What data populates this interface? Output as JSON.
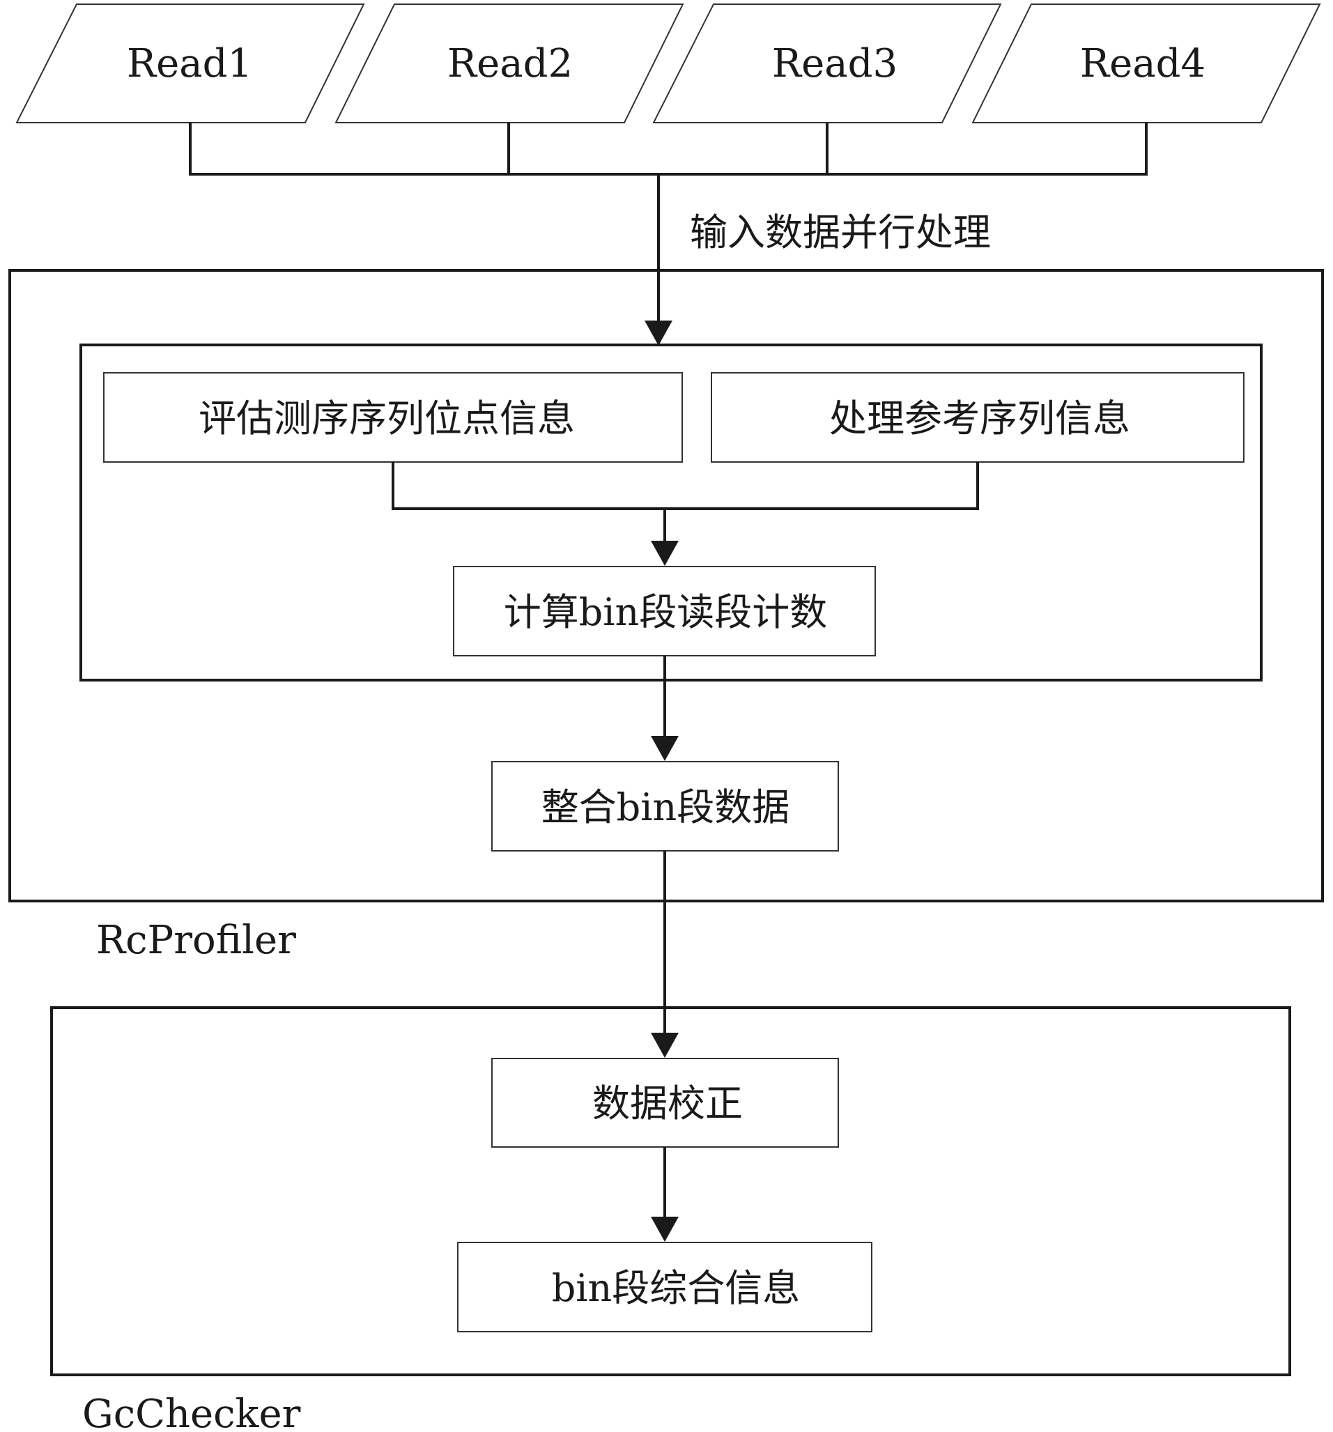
{
  "inputs": [
    {
      "label": "Read1"
    },
    {
      "label": "Read2"
    },
    {
      "label": "Read3"
    },
    {
      "label": "Read4"
    }
  ],
  "edge_label": "输入数据并行处理",
  "rcprofiler": {
    "label": "RcProfiler",
    "step_evaluate": "评估测序序列位点信息",
    "step_reference": "处理参考序列信息",
    "step_count": "计算bin段读段计数",
    "step_merge": "整合bin段数据"
  },
  "gcchecker": {
    "label": "GcChecker",
    "step_correct": "数据校正",
    "step_summary": "bin段综合信息"
  }
}
